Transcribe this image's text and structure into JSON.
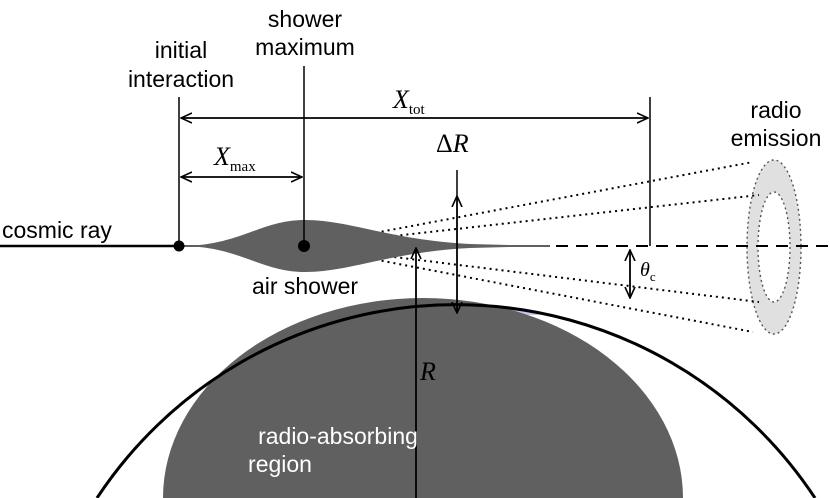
{
  "labels": {
    "initial_interaction_line1": "initial",
    "initial_interaction_line2": "interaction",
    "shower_maximum_line1": "shower",
    "shower_maximum_line2": "maximum",
    "radio_emission_line1": "radio",
    "radio_emission_line2": "emission",
    "cosmic_ray": "cosmic ray",
    "air_shower": "air shower",
    "absorbing_region_line1": "radio-absorbing",
    "absorbing_region_line2": "region"
  },
  "symbols": {
    "x_tot_main": "X",
    "x_tot_sub": "tot",
    "x_max_main": "X",
    "x_max_sub": "max",
    "delta": "Δ",
    "delta_r_main": "R",
    "r": "R",
    "theta_main": "θ",
    "theta_sub": "c"
  },
  "colors": {
    "atmosphere_band": "#c7c7f7",
    "absorbing_region": "#606060",
    "shower": "#606060",
    "radio_ring": "#e0e0e0",
    "line": "#000000"
  }
}
